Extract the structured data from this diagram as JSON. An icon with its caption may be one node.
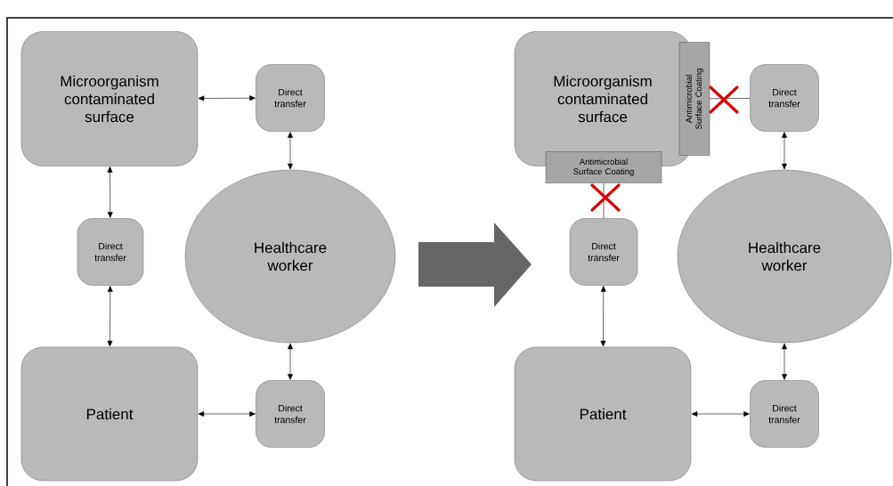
{
  "diagram": {
    "nodes": [
      {
        "text": [
          "Microorganism contaminated surface"
        ]
      },
      {
        "text": [
          "Direct transfer"
        ]
      },
      {
        "text": [
          "Direct transfer"
        ]
      },
      {
        "text": [
          "Healthcare worker"
        ]
      },
      {
        "text": [
          "Patient"
        ]
      },
      {
        "text": [
          "Direct transfer"
        ]
      },
      {
        "text": [
          "Microorganism contaminated surface"
        ]
      },
      {
        "text": [
          "Antimicrobial Surface Coating"
        ]
      },
      {
        "text": [
          "Antimicrobial Surface Coating"
        ]
      },
      {
        "text": [
          "Direct transfer"
        ]
      },
      {
        "text": [
          "Direct transfer"
        ]
      },
      {
        "text": [
          "Healthcare worker"
        ]
      },
      {
        "text": [
          "Patient"
        ]
      },
      {
        "text": [
          "Direct transfer"
        ]
      }
    ],
    "edges": [
      {
        "from": 0,
        "to": 1,
        "arrow": "both"
      },
      {
        "from": 0,
        "to": 2,
        "arrow": "both"
      },
      {
        "from": 1,
        "to": 3,
        "arrow": "both"
      },
      {
        "from": 2,
        "to": 4,
        "arrow": "both"
      },
      {
        "from": 3,
        "to": 5,
        "arrow": "both"
      },
      {
        "from": 4,
        "to": 5,
        "arrow": "both"
      },
      {
        "from": 7,
        "to": 9,
        "arrow": "none"
      },
      {
        "from": 8,
        "to": 10,
        "arrow": "none"
      },
      {
        "from": 9,
        "to": 11,
        "arrow": "both"
      },
      {
        "from": 10,
        "to": 12,
        "arrow": "both"
      },
      {
        "from": 11,
        "to": 13,
        "arrow": "both"
      },
      {
        "from": 12,
        "to": 13,
        "arrow": "both"
      }
    ]
  }
}
